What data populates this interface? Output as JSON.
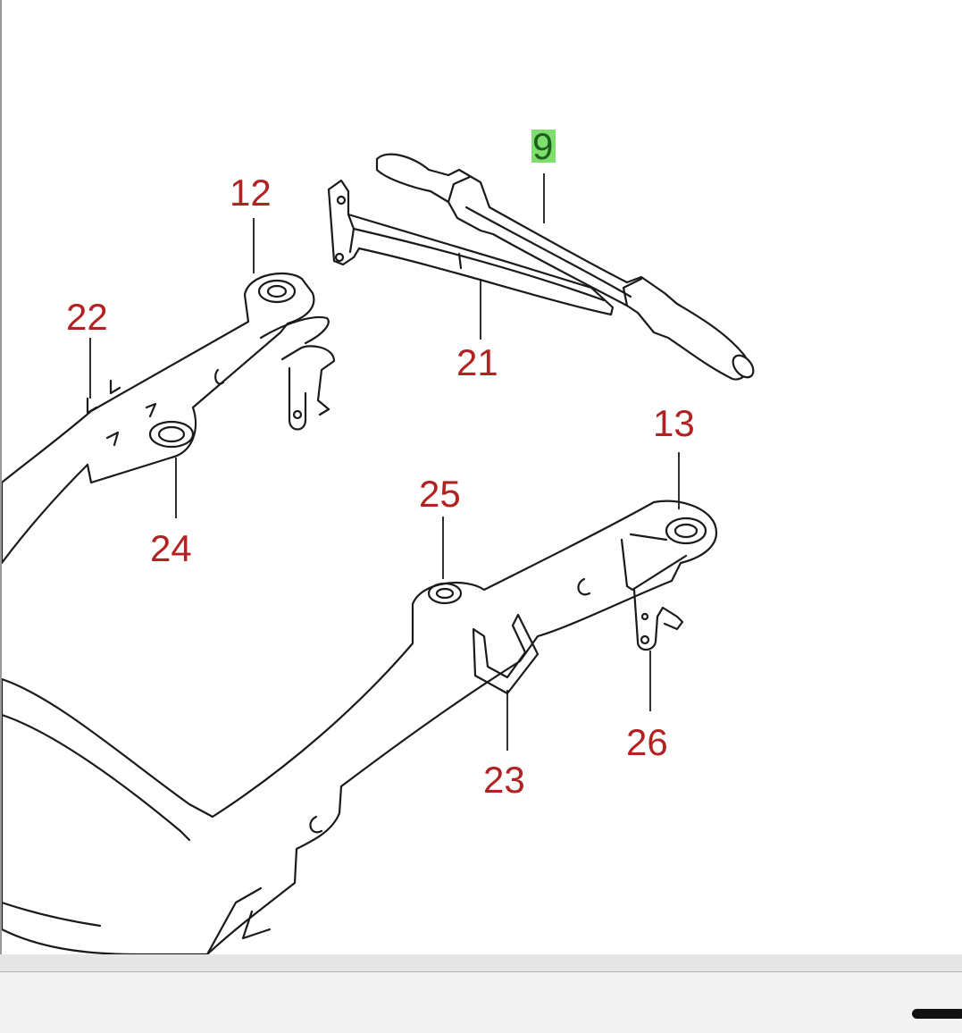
{
  "diagram": {
    "callouts": {
      "c9": "9",
      "c12": "12",
      "c13": "13",
      "c21": "21",
      "c22": "22",
      "c23": "23",
      "c24": "24",
      "c25": "25",
      "c26": "26"
    },
    "highlighted_callout": "9",
    "colors": {
      "callout_text": "#b22222",
      "highlight_background": "#7ede6e",
      "line": "#1a1a1a",
      "background": "#ffffff"
    }
  }
}
